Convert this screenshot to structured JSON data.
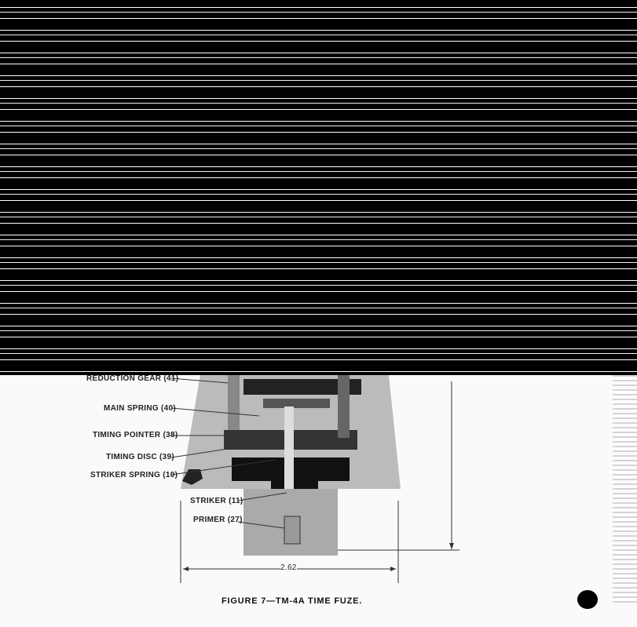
{
  "figure": {
    "labels": {
      "reduction_gear": "REDUCTION GEAR (41)",
      "main_spring": "MAIN SPRING (40)",
      "timing_pointer": "TIMING POINTER (38)",
      "timing_disc": "TIMING DISC (39)",
      "striker_spring": "STRIKER SPRING (10)",
      "striker": "STRIKER (11)",
      "primer": "PRIMER (27)"
    },
    "dimension_width": "2.62",
    "caption": "FIGURE 7—TM-4A TIME FUZE."
  }
}
